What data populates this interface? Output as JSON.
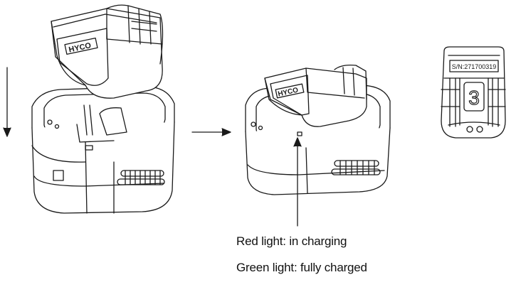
{
  "diagram": {
    "brand_text": "HYCO",
    "serial_text": "S/N:271700319",
    "slot_number": "3",
    "legend": {
      "red": "Red light: in charging",
      "green": "Green light: fully charged"
    }
  },
  "colors": {
    "stroke": "#1a1a1a",
    "background": "#ffffff"
  }
}
